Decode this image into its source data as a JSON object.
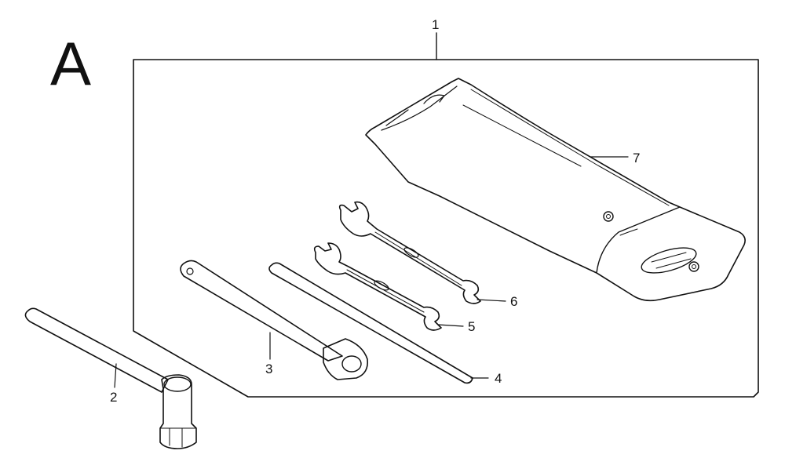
{
  "section_letter": "A",
  "callouts": [
    {
      "id": "1",
      "label": "1"
    },
    {
      "id": "2",
      "label": "2"
    },
    {
      "id": "3",
      "label": "3"
    },
    {
      "id": "4",
      "label": "4"
    },
    {
      "id": "5",
      "label": "5"
    },
    {
      "id": "6",
      "label": "6"
    },
    {
      "id": "7",
      "label": "7"
    }
  ]
}
